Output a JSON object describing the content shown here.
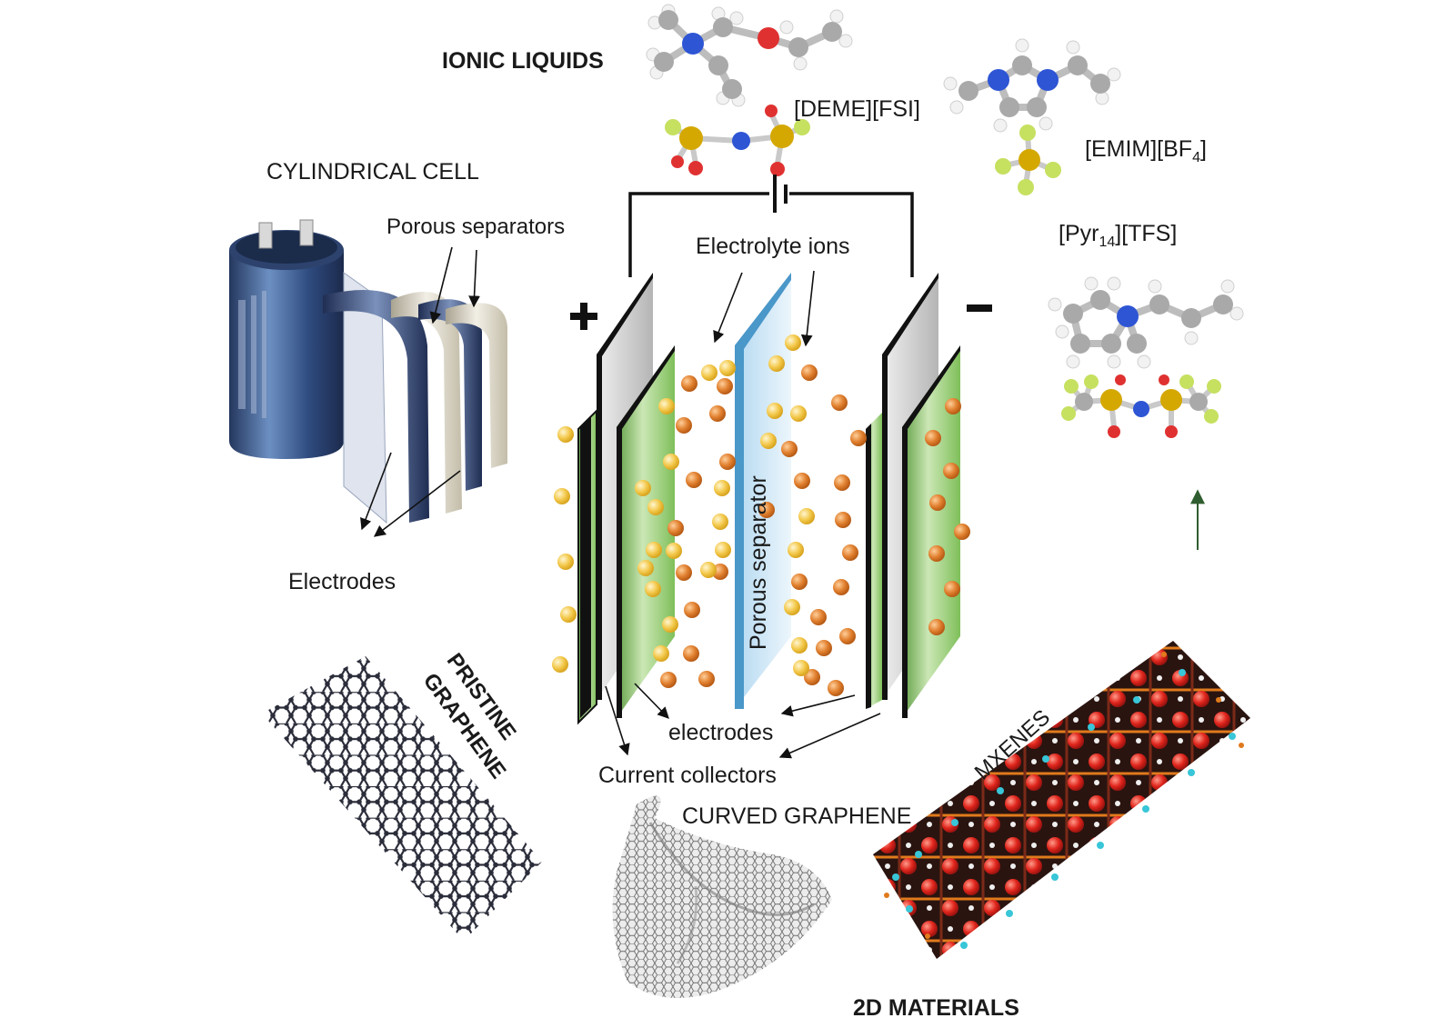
{
  "labels": {
    "ionic_liquids": "IONIC LIQUIDS",
    "deme_fsi": "[DEME][FSI]",
    "emim_bf4": {
      "main": "[EMIM][BF",
      "sub": "4",
      "end": "]"
    },
    "pyr14_tfs": {
      "main": "[Pyr",
      "sub": "14",
      "end": "][TFS]"
    },
    "cylindrical_cell": "CYLINDRICAL CELL",
    "porous_separators": "Porous separators",
    "electrodes_cell": "Electrodes",
    "electrolyte_ions": "Electrolyte ions",
    "porous_separator": "Porous separator",
    "electrodes": "electrodes",
    "current_collectors": "Current collectors",
    "plus": "+",
    "minus": "−",
    "pristine_graphene_1": "PRISTINE",
    "pristine_graphene_2": "GRAPHENE",
    "curved_graphene": "CURVED GRAPHENE",
    "mxenes": "MXENES",
    "two_d_materials": "2D MATERIALS"
  },
  "colors": {
    "text": "#1a1a1a",
    "electrode_green": "#7fbf5a",
    "collector_grey": "#cfcfcf",
    "separator_blue": "#4a97c9",
    "ion_orange": "#e07f2e",
    "ion_yellow": "#f3c84a",
    "atom_dark": "#2b2d3a",
    "mxene_red": "#e0251c",
    "mxene_cyan": "#38c6d8",
    "arrow_green": "#2f5d2f"
  }
}
